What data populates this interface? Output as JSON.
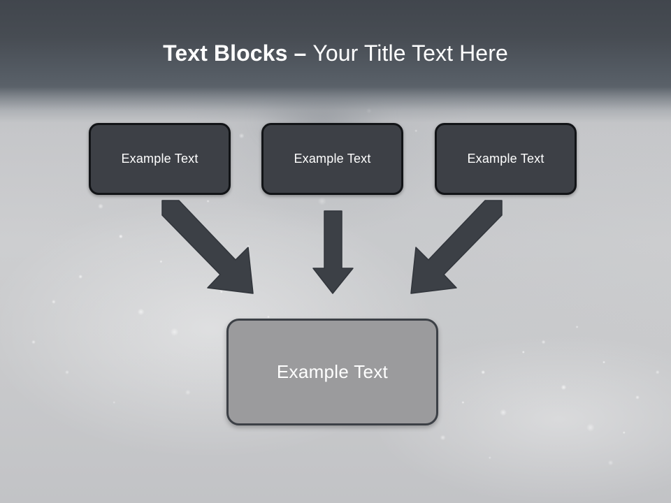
{
  "slide": {
    "title": {
      "bold_part": "Text Blocks",
      "dash": " – ",
      "rest": "Your Title Text Here",
      "full": "Text Blocks – Your Title Text Here"
    },
    "colors": {
      "header_band_top": "#41464d",
      "header_band_bottom": "#5b626a",
      "title_text": "#ffffff",
      "top_box_fill": "#3d4046",
      "top_box_border": "#121417",
      "bottom_box_fill": "#9b9b9d",
      "bottom_box_border": "#3c4046",
      "arrow_fill": "#3c4046",
      "background_base": "#c6c7c9"
    },
    "top_boxes": [
      {
        "label": "Example Text"
      },
      {
        "label": "Example Text"
      },
      {
        "label": "Example Text"
      }
    ],
    "bottom_box": {
      "label": "Example Text"
    },
    "arrows": [
      {
        "name": "arrow-left-diagonal",
        "direction": "down-right"
      },
      {
        "name": "arrow-center-vertical",
        "direction": "down"
      },
      {
        "name": "arrow-right-diagonal",
        "direction": "down-left"
      }
    ]
  }
}
